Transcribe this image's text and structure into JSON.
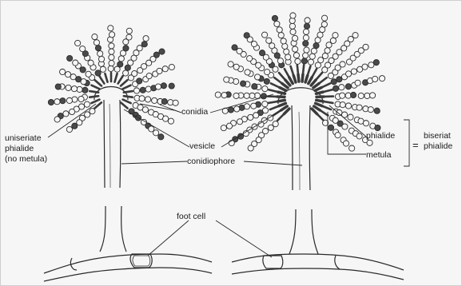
{
  "labels": {
    "uniseriate_phialide": [
      "uniseriate",
      "phialide",
      "(no metula)"
    ],
    "conidia": "conidia",
    "vesicle": "vesicle",
    "conidiophore": "conidiophore",
    "phialide": "phialide",
    "metula": "metula",
    "equals": "=",
    "biseriate_phialide": [
      "biseriat",
      "phialide"
    ],
    "foot_cell": "foot cell"
  },
  "colors": {
    "ink": "#2a2a2a",
    "paper": "#f6f6f6"
  }
}
